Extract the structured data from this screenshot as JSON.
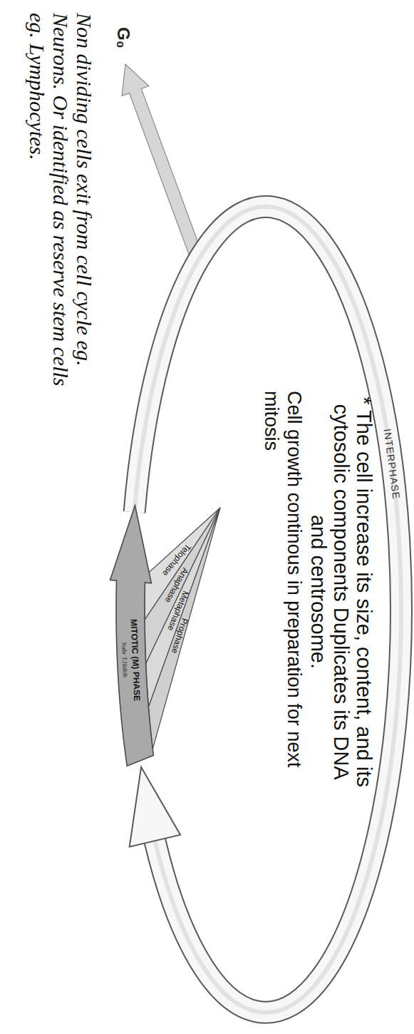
{
  "diagram": {
    "nodes": [
      {
        "text": [
          "Telophase"
        ]
      },
      {
        "text": [
          "Anaphase"
        ]
      },
      {
        "text": [
          "Metaphase"
        ]
      },
      {
        "text": [
          "Prophase"
        ]
      },
      {
        "text": [
          "MITOTIC (M) PHASE"
        ]
      }
    ],
    "labels": [
      "INTERPHASE",
      "* The cell increase its size, content, and its cytosolic components Duplicates its DNA and centrosome.",
      "Cell growth continous in preparation for next mitosis",
      "G₀",
      "Non dividing cells exit from cell cycle eg. Neurons. Or identified as reserve stem cells eg. Lymphocytes.",
      "Nahr T.Habib"
    ]
  }
}
